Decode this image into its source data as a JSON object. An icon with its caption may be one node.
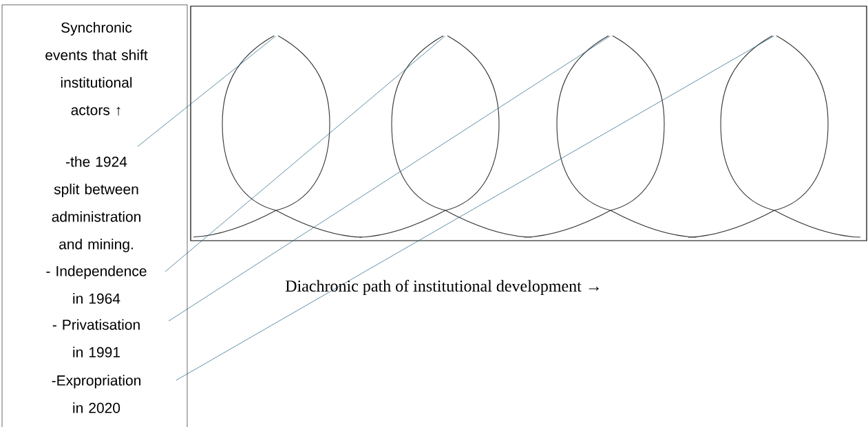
{
  "diagram": {
    "nodes": [
      {
        "text": [
          "Synchronic events that shift institutional actors ↑"
        ]
      },
      {
        "text": [
          "-the 1924 split between administration and mining."
        ],
        "in": 0
      },
      {
        "text": [
          "- Independence in 1964"
        ],
        "in": 0
      },
      {
        "text": [
          "- Privatisation in 1991"
        ],
        "in": 0
      },
      {
        "text": [
          "-Expropriation in 2020"
        ],
        "in": 0
      },
      {
        "text": [],
        "shape": "loop"
      },
      {
        "text": [],
        "shape": "loop"
      },
      {
        "text": [],
        "shape": "loop"
      },
      {
        "text": [],
        "shape": "loop"
      }
    ],
    "edges": [
      {
        "from": 1,
        "to": 5,
        "arrow": "none",
        "color": "#1f6080"
      },
      {
        "from": 2,
        "to": 6,
        "arrow": "none",
        "color": "#1f6080"
      },
      {
        "from": 3,
        "to": 7,
        "arrow": "none",
        "color": "#1f6080"
      },
      {
        "from": 4,
        "to": 8,
        "arrow": "none",
        "color": "#1f6080"
      }
    ],
    "labels": [
      "Diachronic path of institutional development →"
    ]
  }
}
